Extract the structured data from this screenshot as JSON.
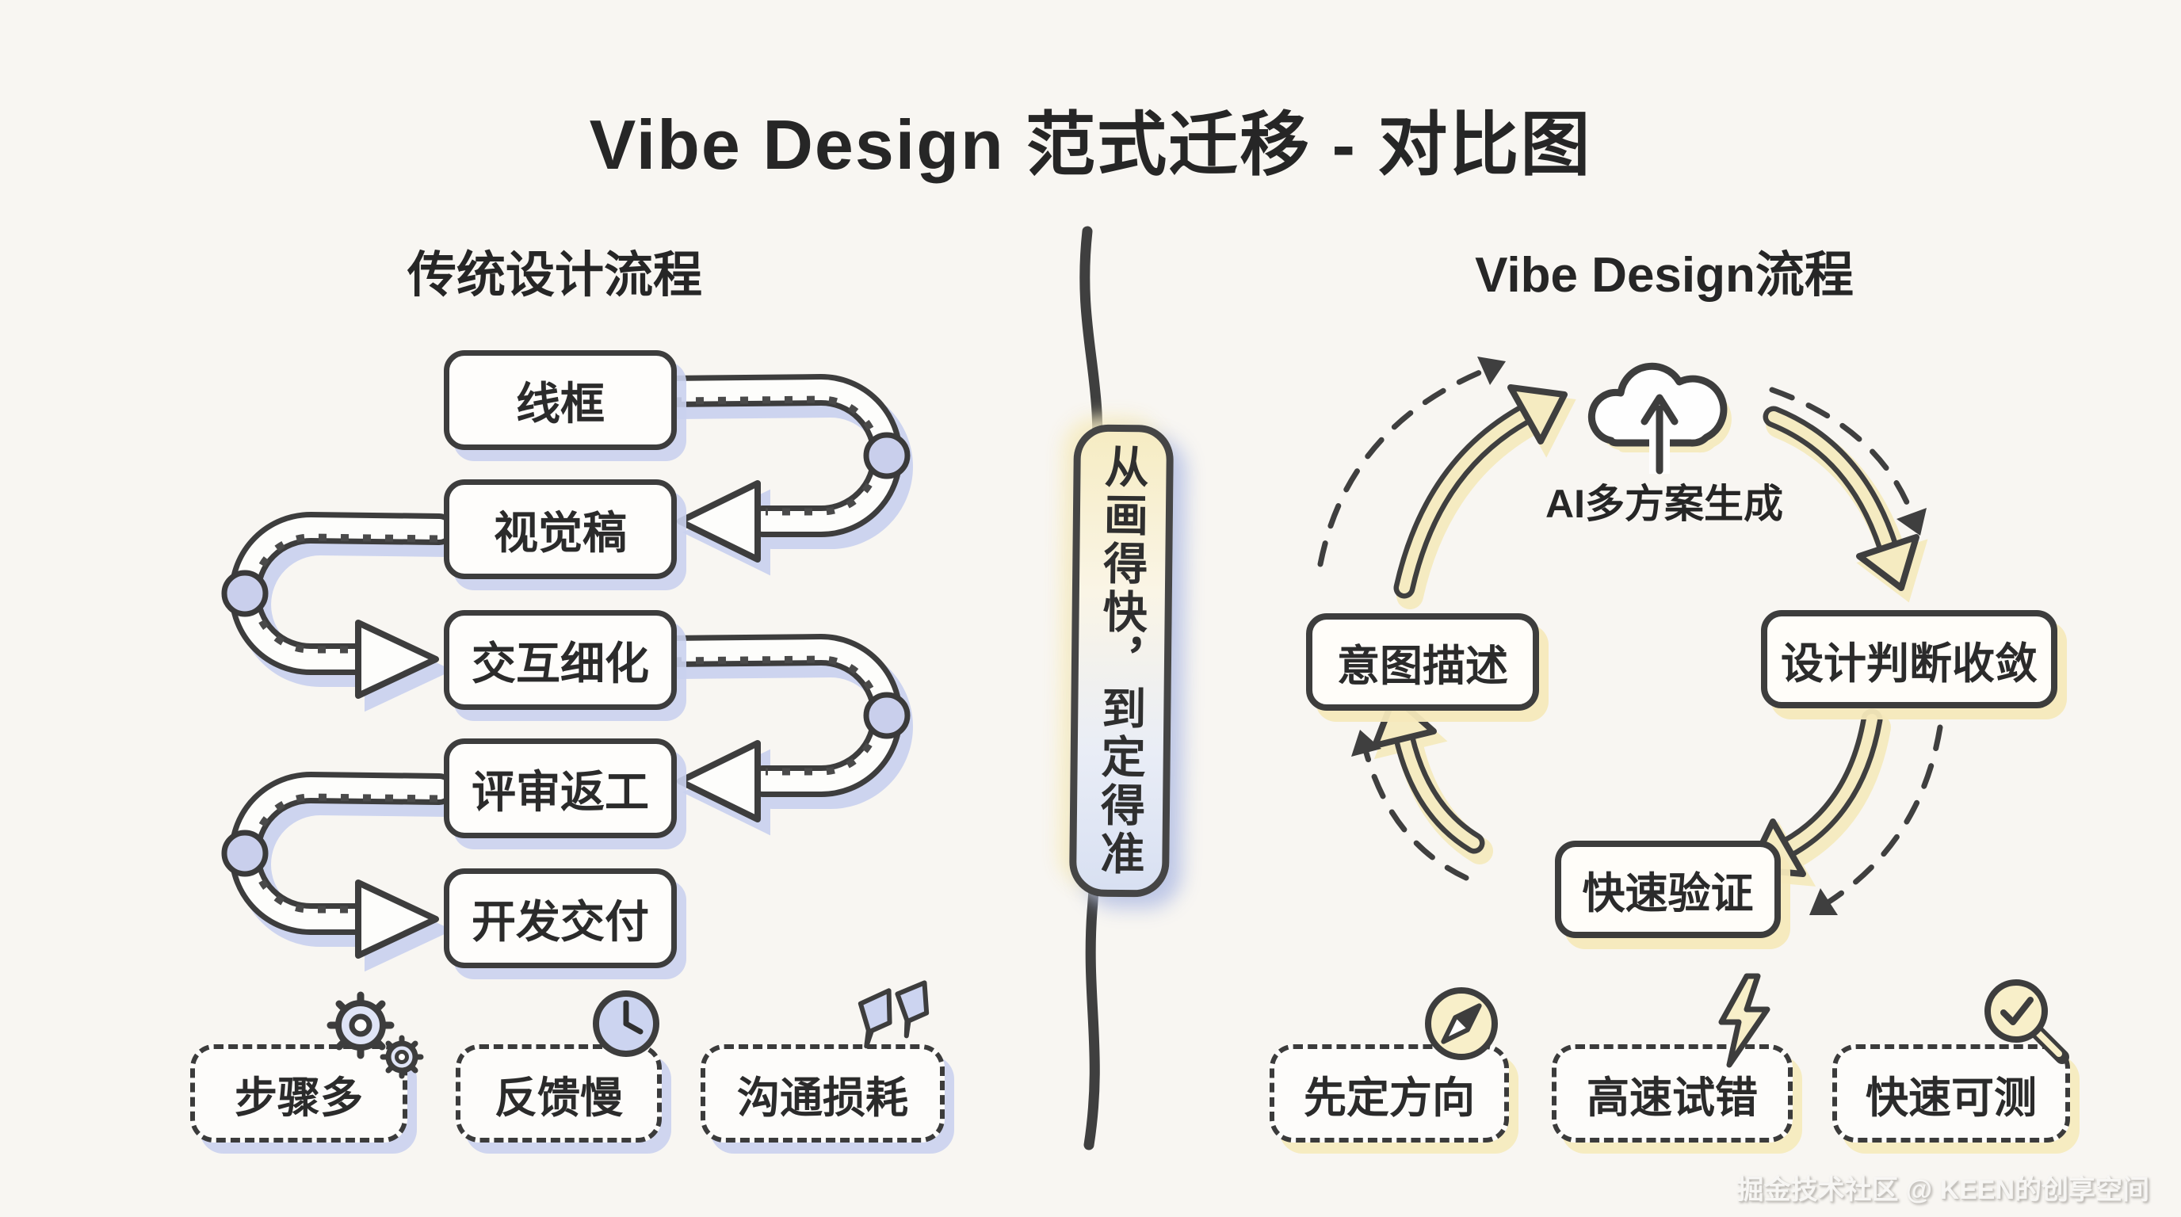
{
  "title": "Vibe Design 范式迁移 - 对比图",
  "left": {
    "heading": "传统设计流程",
    "steps": [
      "线框",
      "视觉稿",
      "交互细化",
      "评审返工",
      "开发交付"
    ],
    "pains": [
      {
        "label": "步骤多",
        "icon": "gears-icon"
      },
      {
        "label": "反馈慢",
        "icon": "clock-icon"
      },
      {
        "label": "沟通损耗",
        "icon": "broken-chat-icon"
      }
    ]
  },
  "divider": {
    "label": "从画得快，到定得准"
  },
  "right": {
    "heading": "Vibe Design流程",
    "hub_icon": "cloud-upload-icon",
    "hub_label": "AI多方案生成",
    "nodes": [
      "意图描述",
      "设计判断收敛",
      "快速验证"
    ],
    "gains": [
      {
        "label": "先定方向",
        "icon": "compass-icon"
      },
      {
        "label": "高速试错",
        "icon": "lightning-icon"
      },
      {
        "label": "快速可测",
        "icon": "magnifier-check-icon"
      }
    ]
  },
  "watermark": "掘金技术社区 @ KEEN的创享空间",
  "colors": {
    "ink": "#3d3d3d",
    "lavender": "#ccd4ee",
    "yellow": "#f5ebc1",
    "paper": "#f8f6f2"
  }
}
